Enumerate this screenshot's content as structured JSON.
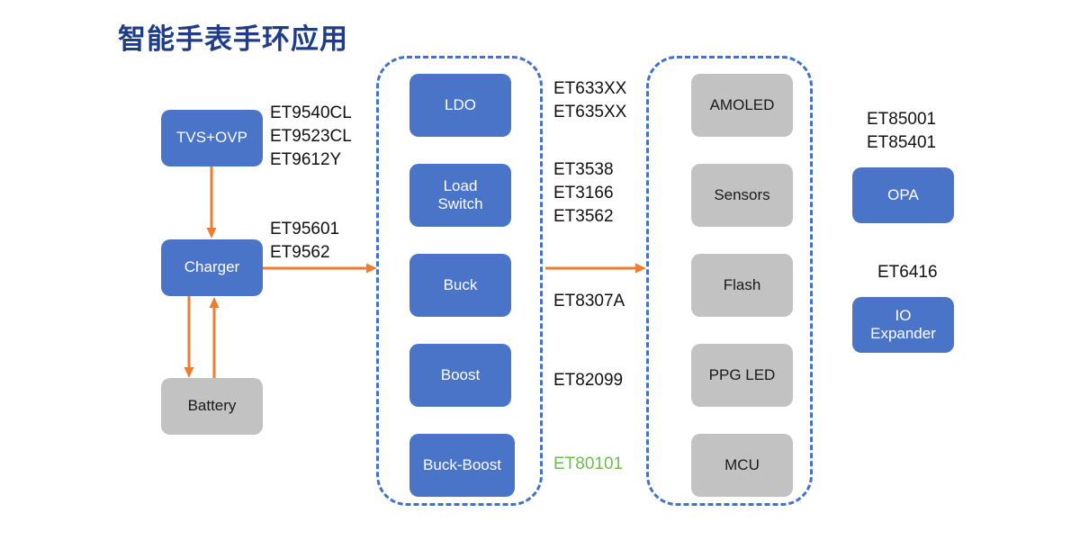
{
  "title": "智能手表手环应用",
  "colors": {
    "title": "#1F3C88",
    "block_blue": "#4A74C8",
    "block_grey": "#C2C2C2",
    "dashed_border": "#4472C4",
    "arrow": "#ED7D31",
    "highlight_green": "#6CBF4B"
  },
  "input_stage": {
    "protection_block": {
      "label": "TVS+OVP"
    },
    "protection_parts": "ET9540CL\nET9523CL\nET9612Y",
    "charger_block": {
      "label": "Charger"
    },
    "charger_parts": "ET95601\nET9562",
    "battery_block": {
      "label": "Battery"
    }
  },
  "power_group": {
    "blocks": [
      {
        "label": "LDO"
      },
      {
        "label": "Load\nSwitch"
      },
      {
        "label": "Buck"
      },
      {
        "label": "Boost"
      },
      {
        "label": "Buck-Boost"
      }
    ],
    "captions": [
      {
        "text": "ET633XX\nET635XX",
        "highlight": false
      },
      {
        "text": "ET3538\nET3166\nET3562",
        "highlight": false
      },
      {
        "text": "ET8307A",
        "highlight": false
      },
      {
        "text": "ET82099",
        "highlight": false
      },
      {
        "text": "ET80101",
        "highlight": true
      }
    ]
  },
  "system_group": {
    "blocks": [
      {
        "label": "AMOLED"
      },
      {
        "label": "Sensors"
      },
      {
        "label": "Flash"
      },
      {
        "label": "PPG LED"
      },
      {
        "label": "MCU"
      }
    ]
  },
  "peripherals": {
    "opa_parts": "ET85001\nET85401",
    "opa_block": {
      "label": "OPA"
    },
    "io_parts": "ET6416",
    "io_block": {
      "label": "IO\nExpander"
    }
  },
  "icons": {
    "arrow_down": "arrow-down-icon",
    "arrow_up": "arrow-up-icon",
    "arrow_right": "arrow-right-icon"
  }
}
